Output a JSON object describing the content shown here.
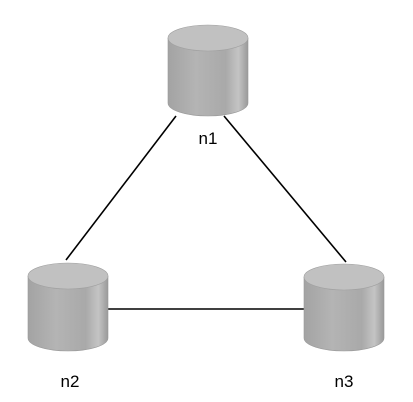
{
  "nodes": [
    {
      "id": "n1",
      "label": "n1"
    },
    {
      "id": "n2",
      "label": "n2"
    },
    {
      "id": "n3",
      "label": "n3"
    }
  ],
  "edges": [
    {
      "from": "n1",
      "to": "n2"
    },
    {
      "from": "n1",
      "to": "n3"
    },
    {
      "from": "n2",
      "to": "n3"
    }
  ],
  "colors": {
    "cylinder_body": "#a9a9a9",
    "cylinder_highlight": "#c6c6c6",
    "cylinder_shadow": "#8f8f8f",
    "cylinder_top": "#bdbdbd",
    "edge": "#000000",
    "label": "#000000"
  },
  "icons": {
    "node": "database-cylinder-icon"
  }
}
